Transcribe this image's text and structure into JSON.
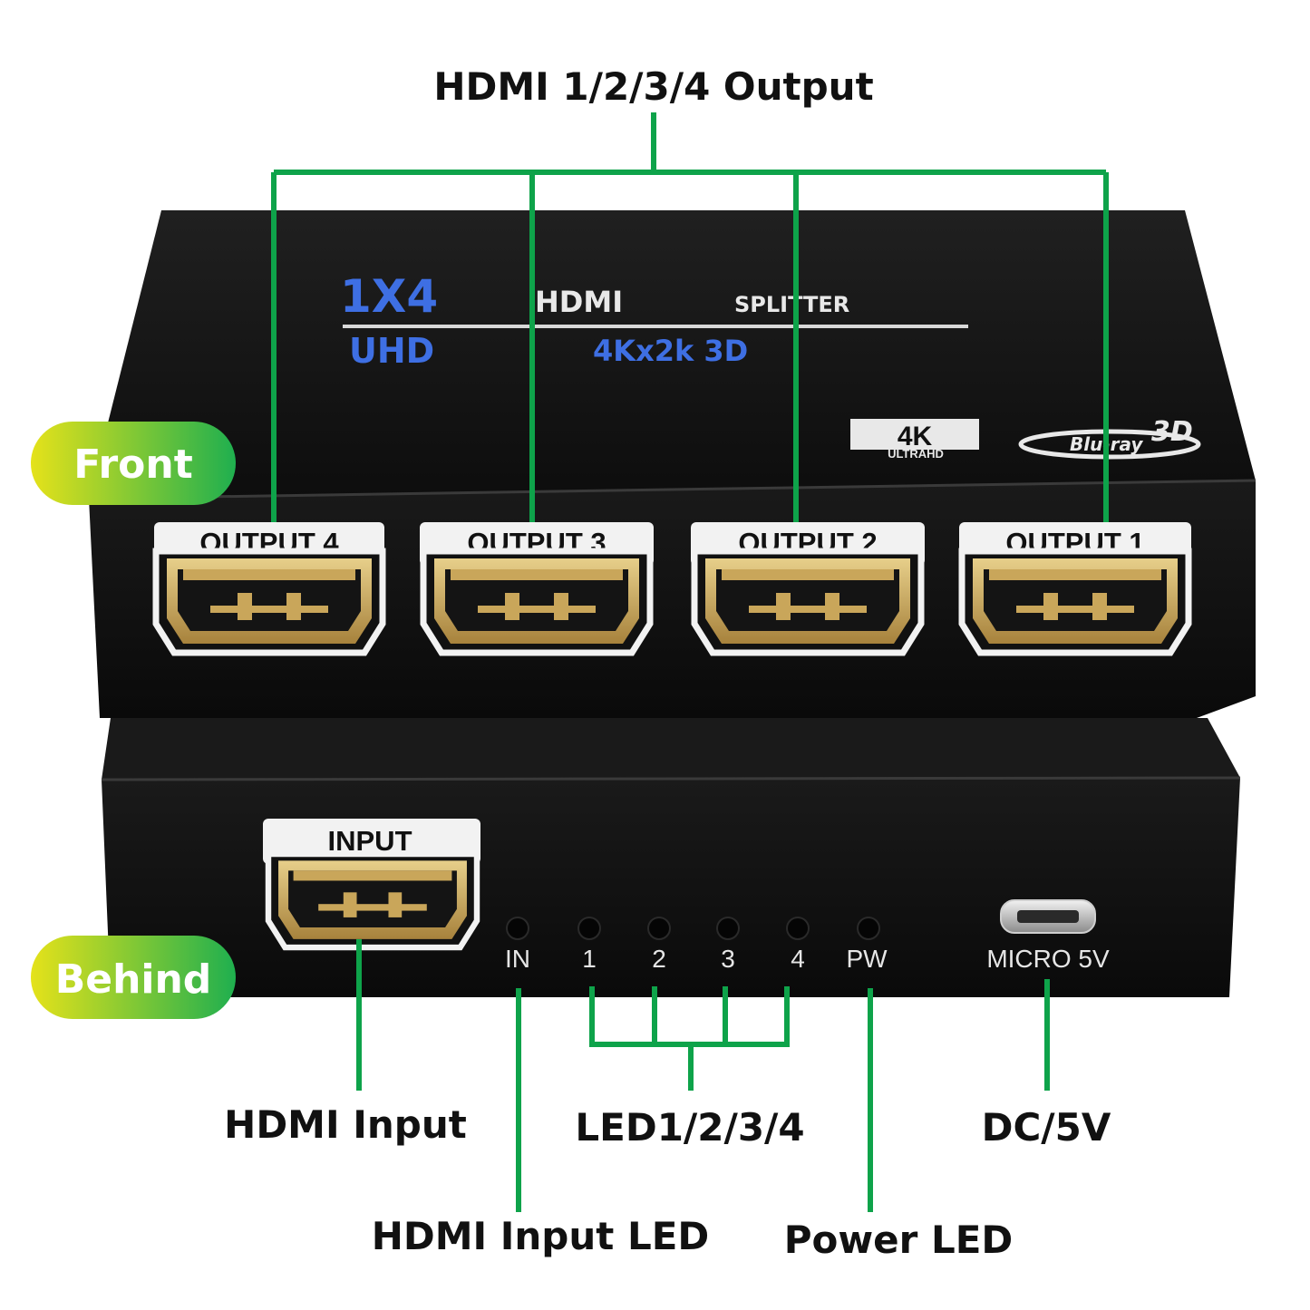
{
  "callouts": {
    "hdmi_outputs": "HDMI 1/2/3/4 Output",
    "hdmi_input": "HDMI Input",
    "leds": "LED1/2/3/4",
    "dc": "DC/5V",
    "input_led": "HDMI Input LED",
    "power_led": "Power LED"
  },
  "sides": {
    "front": "Front",
    "behind": "Behind"
  },
  "front_panel": {
    "ports": [
      "OUTPUT 4",
      "OUTPUT 3",
      "OUTPUT 2",
      "OUTPUT 1"
    ],
    "brand_line1_a": "1X4",
    "brand_line1_b": "HDMI",
    "brand_line1_c": "SPLITTER",
    "brand_line2_a": "UHD",
    "brand_line2_b": "4Kx2k 3D",
    "badge_4k": "4K",
    "badge_4k_sub": "ULTRAHD",
    "badge_3d": "3D",
    "badge_bluray": "Blu-ray"
  },
  "back_panel": {
    "input_port": "INPUT",
    "led_labels": [
      "IN",
      "1",
      "2",
      "3",
      "4",
      "PW"
    ],
    "micro_label": "MICRO 5V"
  },
  "colors": {
    "callout_line": "#0ea34a",
    "pill_start": "#e5e21a",
    "pill_end": "#1faf4f",
    "brand_blue": "#3e6fe3",
    "device_body": "#121212",
    "port_gold": "#c9a65a"
  }
}
